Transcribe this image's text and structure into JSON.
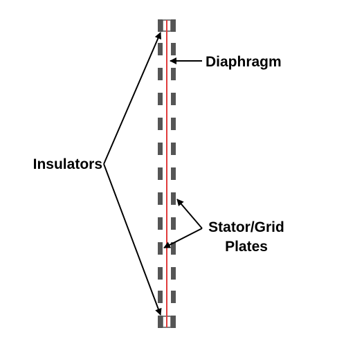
{
  "labels": {
    "diaphragm": "Diaphragm",
    "insulators": "Insulators",
    "stator_line1": "Stator/Grid",
    "stator_line2": "Plates"
  },
  "colors": {
    "background": "#ffffff",
    "plate": "#555555",
    "diaphragm": "#e03a3a",
    "arrow": "#000000",
    "text": "#000000",
    "insulator_fill": "#ffffff",
    "insulator_stroke": "#555555"
  }
}
